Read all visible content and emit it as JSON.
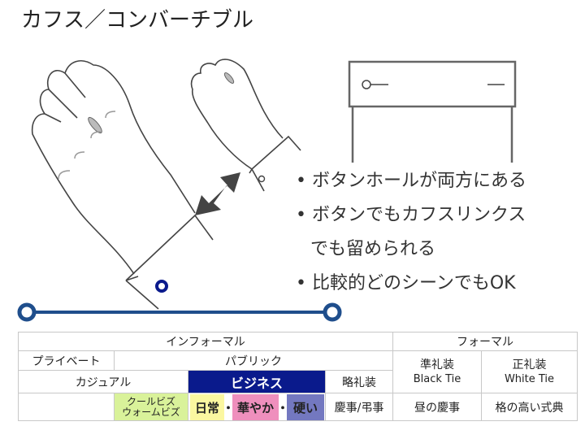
{
  "title": "カフス／コンバーチブル",
  "bullets": [
    {
      "text": "• ボタンホールが両方にある"
    },
    {
      "text": "• ボタンでもカフスリンクス"
    },
    {
      "text": "でも留められる"
    },
    {
      "text": "• 比較的どのシーンでもOK"
    }
  ],
  "table": {
    "informal": "インフォーマル",
    "formal": "フォーマル",
    "private": "プライベート",
    "public": "パブリック",
    "casual": "カジュアル",
    "business": "ビジネス",
    "semi_casual": "略礼装",
    "semi_formal": "準礼装",
    "semi_formal_en": "Black Tie",
    "full_formal": "正礼装",
    "full_formal_en": "White Tie",
    "coolbiz_1": "クールビズ",
    "coolbiz_2": "ウォームビズ",
    "daily": "日常",
    "sep1": "・",
    "gorgeous": "華やか",
    "sep2": "・",
    "stiff": "硬い",
    "ceremony": "慶事/弔事",
    "day_ceremony": "昼の慶事",
    "high_ceremony": "格の高い式典"
  },
  "colors": {
    "business": "#0a1a8c",
    "line": "#1f4e8c",
    "coolbiz": "#d9f29a",
    "yellow": "#fbf7a0",
    "pink": "#ef8fbd",
    "blue": "#7378c0"
  }
}
